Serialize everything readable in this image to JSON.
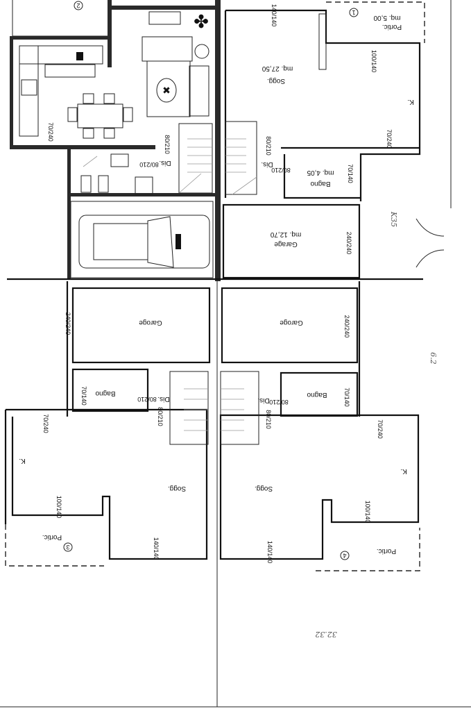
{
  "plan": {
    "units": [
      "1",
      "2",
      "3",
      "4"
    ],
    "top_right": {
      "sogg": "Sogg.",
      "sogg_area": "mq. 27,50",
      "portic": "Portic.",
      "portic_area": "mq. 5,00",
      "k": "K.",
      "win_door": "140/140",
      "win_portic": "100/140",
      "win_k": "70/240",
      "dis": "Dis.",
      "dis_door": "80/210",
      "stair_door": "80/210",
      "bagno": "Bagno",
      "bagno_area": "mq. 4,05",
      "bagno_win": "70/140",
      "garage": "Garage",
      "garage_area": "mq. 12,70",
      "garage_door": "240/240"
    },
    "top_left": {
      "win_k": "70/240",
      "dis": "Dis.",
      "dis_door": "80/210",
      "stair_door": "80/210"
    },
    "garages_lower": {
      "left": "Garoge",
      "right": "Garoge",
      "door": "240/240"
    },
    "bottom_left": {
      "bagno": "Bagno",
      "bagno_win": "70/140",
      "dis": "Dis.",
      "dis_door": "80/210",
      "stair_door": "80/210",
      "win_k": "70/240",
      "k": "K.",
      "sogg": "Sogg.",
      "win_portic": "100/140",
      "win_door": "140/140",
      "portic": "Portic."
    },
    "bottom_right": {
      "bagno": "Bagno",
      "bagno_win": "70/140",
      "dis": "Dis.",
      "dis_door": "80/210",
      "stair_door": "80/210",
      "win_k": "70/240",
      "k": "K.",
      "sogg": "Sogg.",
      "win_portic": "100/140",
      "win_door": "140/140",
      "portic": "Portic."
    },
    "annotations": {
      "k35": "K35",
      "note1": "6.2",
      "note2": "32.32"
    }
  }
}
